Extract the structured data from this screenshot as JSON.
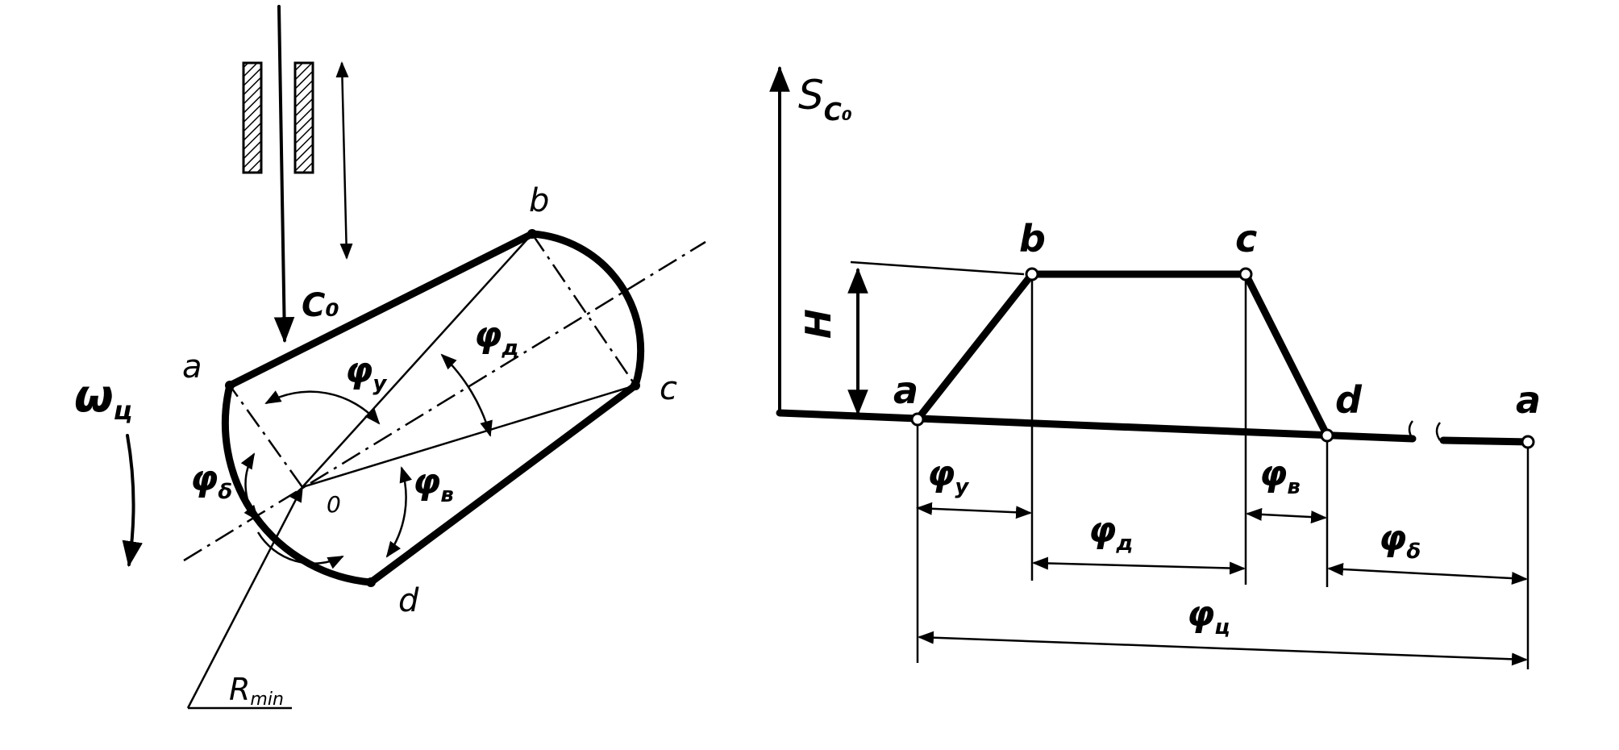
{
  "cam": {
    "point_a": "a",
    "point_b": "b",
    "point_c": "c",
    "point_d": "d",
    "center": "0",
    "follower": "C₀",
    "omega": "ω",
    "omega_sub": "ц",
    "phi_y": "φ",
    "phi_y_sub": "у",
    "phi_d": "φ",
    "phi_d_sub": "д",
    "phi_v": "φ",
    "phi_v_sub": "в",
    "phi_delta": "φ",
    "phi_delta_sub": "δ",
    "rmin": "R",
    "rmin_sub": "min"
  },
  "graph": {
    "y_axis": "S",
    "y_axis_sub": "C₀",
    "H": "H",
    "point_a1": "a",
    "point_b": "b",
    "point_c": "c",
    "point_d": "d",
    "point_a2": "a",
    "phi_y": "φ",
    "phi_y_sub": "у",
    "phi_d": "φ",
    "phi_d_sub": "д",
    "phi_v": "φ",
    "phi_v_sub": "в",
    "phi_delta": "φ",
    "phi_delta_sub": "δ",
    "phi_c": "φ",
    "phi_c_sub": "ц"
  }
}
